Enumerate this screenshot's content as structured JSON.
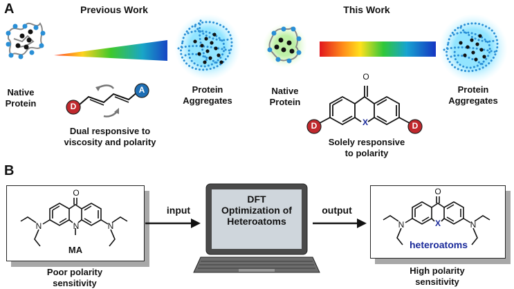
{
  "panel_a": {
    "letter": "A",
    "previous_work": {
      "header": "Previous Work",
      "native_label": [
        "Native",
        "Protein"
      ],
      "aggregate_label": [
        "Protein",
        "Aggregates"
      ],
      "donor": "D",
      "acceptor": "A",
      "caption": [
        "Dual responsive to",
        "viscosity and polarity"
      ]
    },
    "this_work": {
      "header": "This Work",
      "native_label": [
        "Native",
        "Protein"
      ],
      "aggregate_label": [
        "Protein",
        "Aggregates"
      ],
      "donor_left": "D",
      "donor_right": "D",
      "heteroatom": "X",
      "carbonyl": "O",
      "caption": [
        "Solely responsive",
        "to polarity"
      ]
    }
  },
  "panel_b": {
    "letter": "B",
    "left_box": {
      "molecule_name": "MA",
      "carbonyl": "O",
      "nitrogen": "N",
      "amine_left": "N",
      "amine_right": "N",
      "caption": [
        "Poor polarity",
        "sensitivity"
      ]
    },
    "input_label": "input",
    "laptop_text": [
      "DFT",
      "Optimization of",
      "Heteroatoms"
    ],
    "output_label": "output",
    "right_box": {
      "carbonyl": "O",
      "heteroatom": "X",
      "amine_left": "N",
      "amine_right": "N",
      "heteroatoms_label": "heteroatoms",
      "caption": [
        "High polarity",
        "sensitivity"
      ]
    }
  },
  "colors": {
    "donor": "#c0282d",
    "acceptor": "#1e6fb5",
    "protein_blue": "#2a8fd6",
    "protein_black": "#111111",
    "glow_blue": "#9fe7ff",
    "glow_green": "#b7f0b0",
    "heteroatom": "#1a2a9a",
    "screen": "#cfd6dc"
  }
}
